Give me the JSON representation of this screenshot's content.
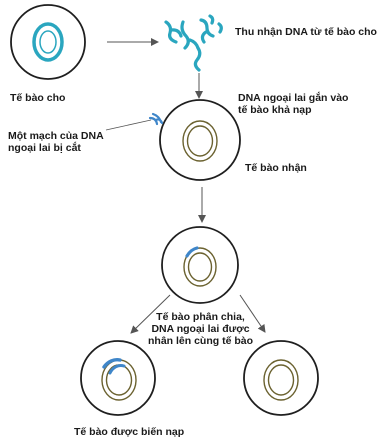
{
  "labels": {
    "donor": "Tế bào cho",
    "extract": "Thu nhận DNA từ tế bào cho",
    "attach": [
      "DNA ngoại lai gắn vào",
      "tế bào khả nạp"
    ],
    "strand": [
      "Một mạch của DNA",
      "ngoại lai bị cắt"
    ],
    "recipient": "Tế bào nhận",
    "divide": [
      "Tế bào phân chia,",
      "DNA ngoại lai được",
      "nhân lên cùng tế bào"
    ],
    "transformed": "Tế bào được biến nạp"
  },
  "colors": {
    "outline": "#1f1f1f",
    "donor_ring": "#2aa6bf",
    "nucleus_ring": "#6b6230",
    "foreign_dna": "#3f86c9",
    "arrow": "#555555"
  }
}
